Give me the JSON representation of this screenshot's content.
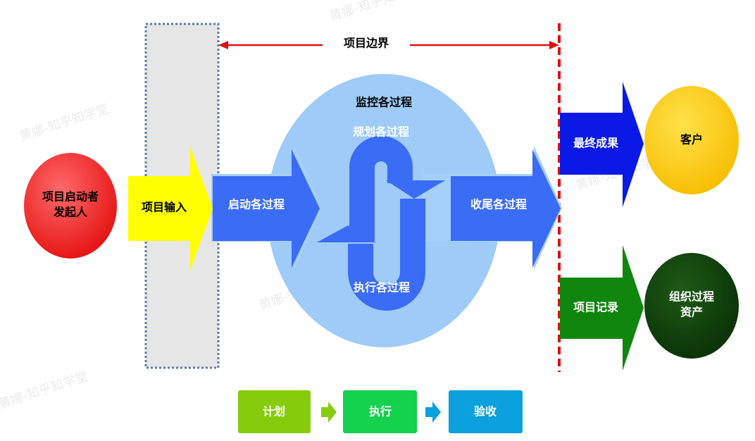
{
  "boundary": {
    "label": "项目边界"
  },
  "initiator": {
    "line1": "项目启动者",
    "line2": "发起人"
  },
  "input": {
    "label": "项目输入"
  },
  "processes": {
    "monitor": "监控各过程",
    "initiating": "启动各过程",
    "planning": "规划各过程",
    "executing": "执行各过程",
    "closing": "收尾各过程"
  },
  "outputs": {
    "final_result": "最终成果",
    "customer": "客户",
    "records": "项目记录",
    "assets_line1": "组织过程",
    "assets_line2": "资产"
  },
  "legend": {
    "plan": "计划",
    "execute": "执行",
    "accept": "验收"
  },
  "watermark": "黄娜-知乎知学堂",
  "colors": {
    "initiator": "#ee1b1b",
    "input_arrow": "#ffff00",
    "process_arrow": "#3b6cf5",
    "cloud": "#9ecbf7",
    "boundary": "#e01010",
    "final_arrow": "#0a19e6",
    "customer": "#ffc800",
    "records_arrow": "#10860f",
    "assets": "#0e3d0b",
    "legend_plan": "#86cc0c",
    "legend_execute": "#14d14e",
    "legend_accept": "#0aa1dc"
  }
}
